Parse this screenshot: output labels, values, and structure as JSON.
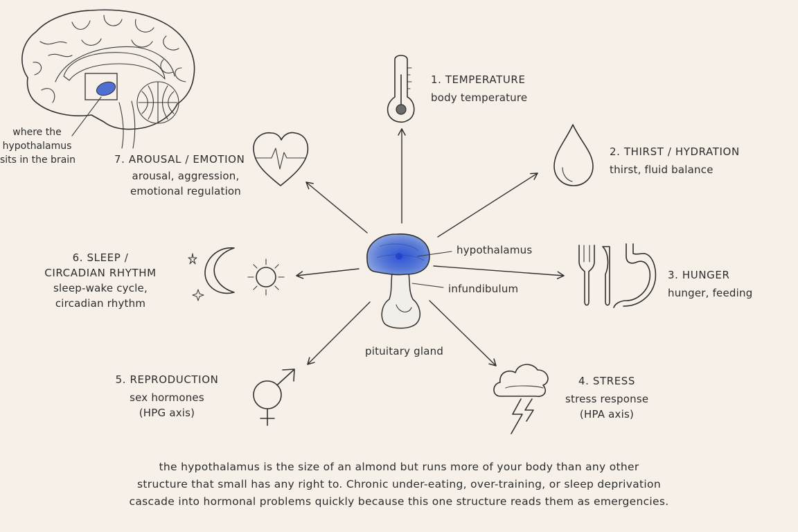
{
  "inset": {
    "caption_lines": [
      "where the",
      "hypothalamus",
      "sits in the brain"
    ]
  },
  "center": {
    "hypothalamus_label": "hypothalamus",
    "infundibulum_label": "infundibulum",
    "pituitary_label": "pituitary gland",
    "highlight_color": "#3f63c8"
  },
  "functions": [
    {
      "title": "1. TEMPERATURE",
      "lines": [
        "body temperature"
      ],
      "icon": "thermometer-icon"
    },
    {
      "title": "2. THIRST / HYDRATION",
      "lines": [
        "thirst, fluid balance"
      ],
      "icon": "water-drop-icon"
    },
    {
      "title": "3. HUNGER",
      "lines": [
        "hunger, feeding"
      ],
      "icon": "fork-knife-stomach-icon"
    },
    {
      "title": "4. STRESS",
      "lines": [
        "stress response",
        "(HPA axis)"
      ],
      "icon": "storm-cloud-icon"
    },
    {
      "title": "5. REPRODUCTION",
      "lines": [
        "sex hormones",
        "(HPG axis)"
      ],
      "icon": "gender-symbol-icon"
    },
    {
      "title_lines": [
        "6. SLEEP /",
        "CIRCADIAN RHYTHM"
      ],
      "lines": [
        "sleep-wake cycle,",
        "circadian rhythm"
      ],
      "icon": "moon-sun-icon"
    },
    {
      "title": "7. AROUSAL / EMOTION",
      "lines": [
        "arousal, aggression,",
        "emotional regulation"
      ],
      "icon": "heart-pulse-icon"
    }
  ],
  "caption_lines": [
    "the hypothalamus is the size of an almond but runs more of your body than any other",
    "structure that small has any right to. Chronic under-eating, over-training, or sleep deprivation",
    "cascade into hormonal problems quickly because this one structure reads them as emergencies."
  ]
}
